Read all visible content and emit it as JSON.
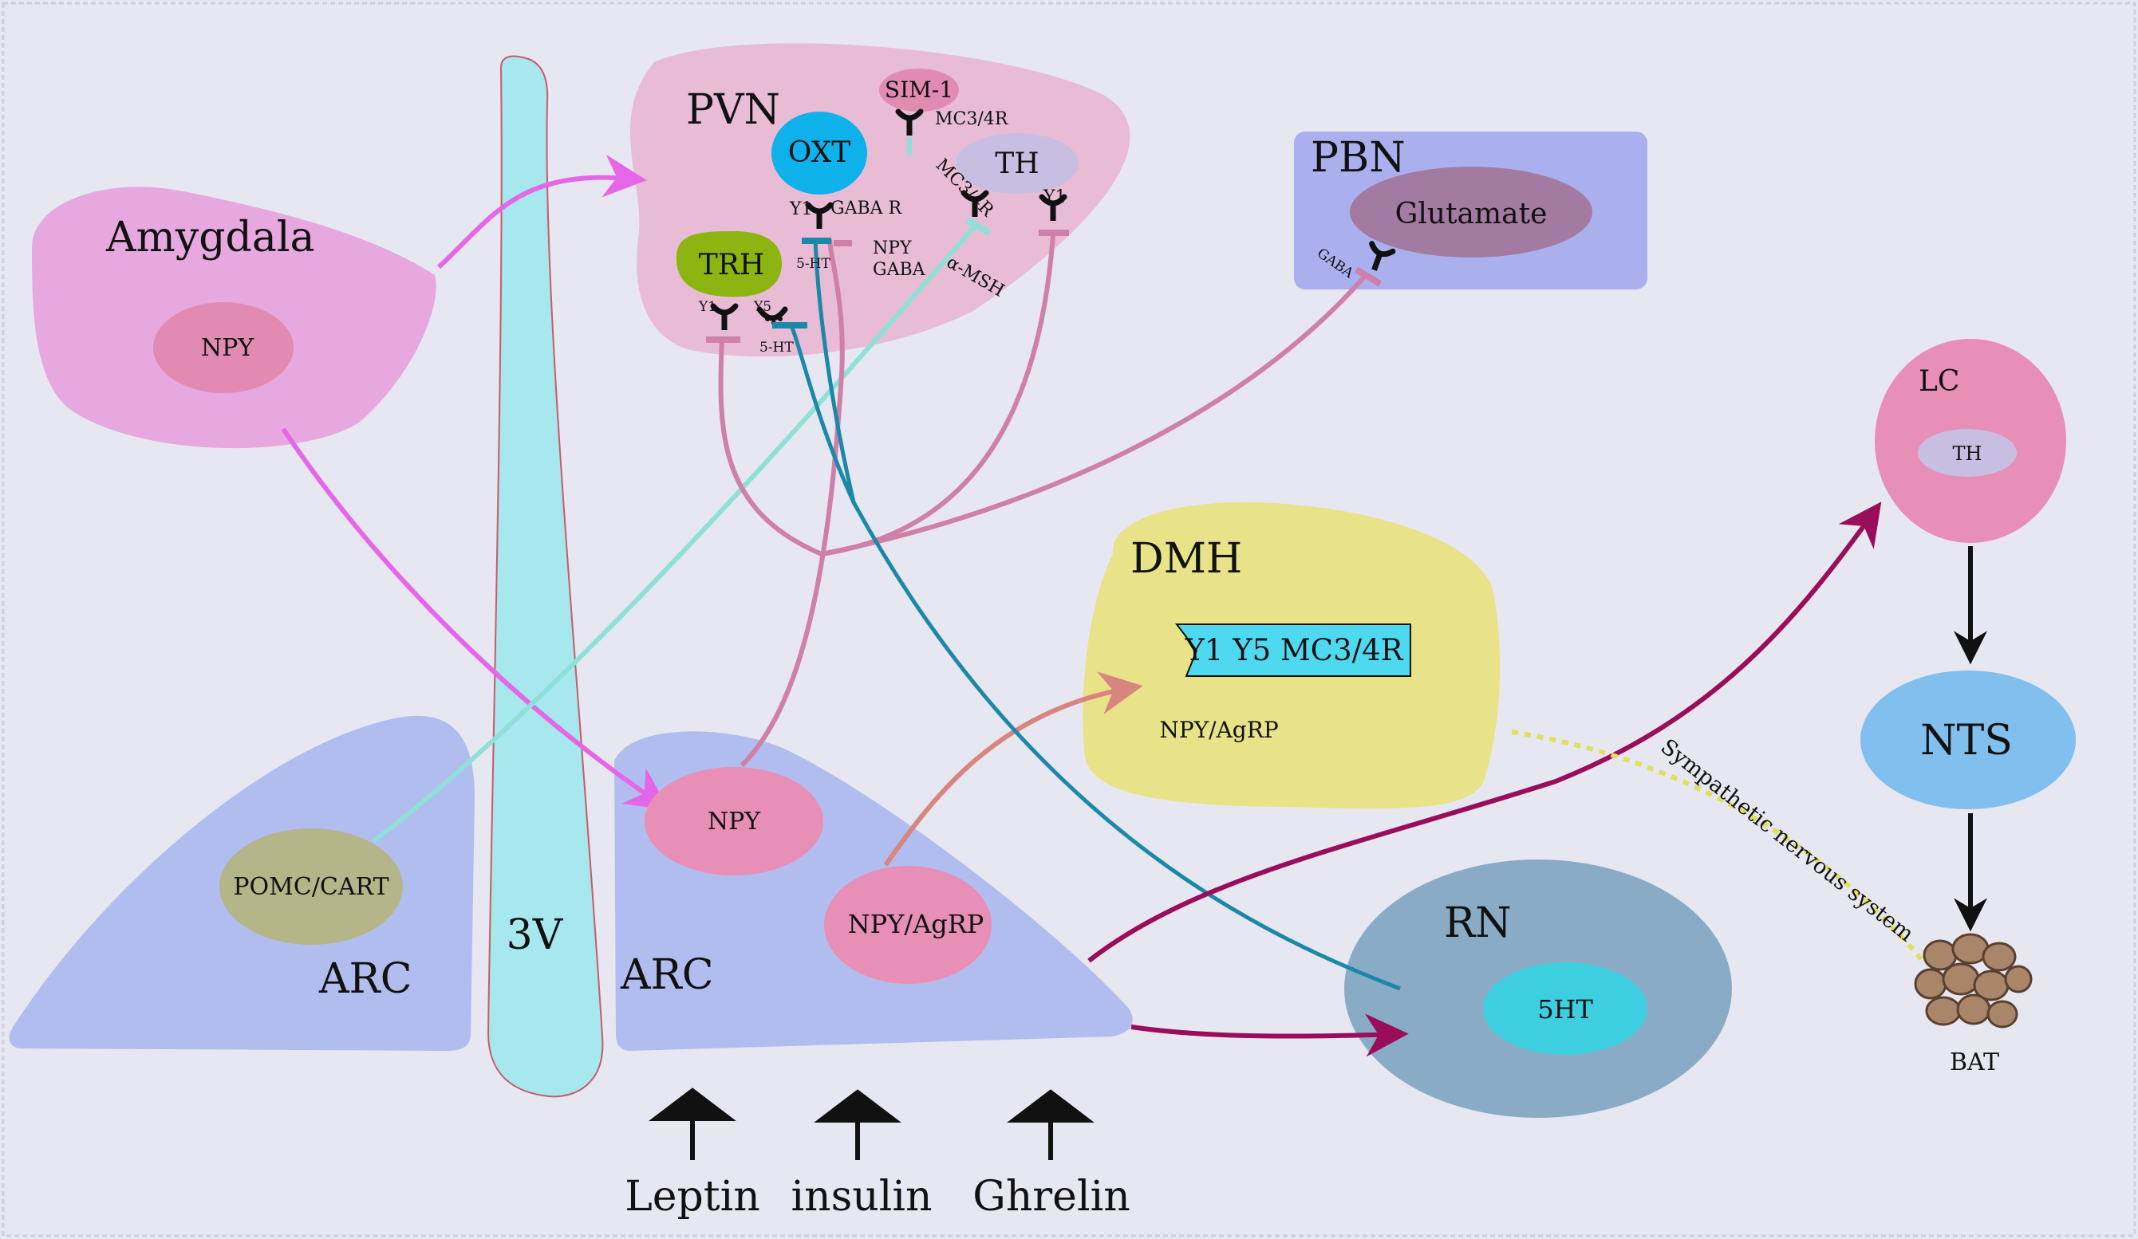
{
  "regions": {
    "pvn": "PVN",
    "pbn": "PBN",
    "amygdala": "Amygdala",
    "dmh": "DMH",
    "lc": "LC",
    "nts": "NTS",
    "rn": "RN",
    "arc_left": "ARC",
    "arc_right": "ARC",
    "third_ventricle": "3V",
    "bat": "BAT"
  },
  "cells": {
    "oxt": "OXT",
    "trh": "TRH",
    "th_pvn": "TH",
    "sim1": "SIM-1",
    "glutamate": "Glutamate",
    "npy_amygdala": "NPY",
    "npy_arc": "NPY",
    "pomc_cart": "POMC/CART",
    "npy_agrp_arc": "NPY/AgRP",
    "th_lc": "TH",
    "serotonin_rn": "5HT"
  },
  "receptors": {
    "dmh_box": "Y1 Y5 MC3/4R",
    "dmh_npy_agrp": "NPY/AgRP",
    "mc34r_sim1": "MC3/4R",
    "mc34r_th": "MC3/4R",
    "y1_th": "Y1",
    "y1_oxt": "Y1",
    "gaba_r_oxt": "GABA R",
    "ht5_oxt": "5-HT",
    "npy_gaba_line1": "NPY",
    "npy_gaba_line2": "GABA",
    "alpha_msh": "α-MSH",
    "y1_trh": "Y1",
    "y5_trh": "Y5",
    "ht5_trh": "5-HT",
    "gaba_pbn": "GABA"
  },
  "pathways": {
    "sympathetic": "Sympathetic nervous system"
  },
  "inputs": [
    "Leptin",
    "insulin",
    "Ghrelin"
  ],
  "colors": {
    "background": "#e7e7f1",
    "pvn": "#e8bcd5",
    "amygdala": "#e6a8de",
    "arc": "#b1bdef",
    "third_ventricle": "#a6e8ee",
    "dmh": "#e8e388",
    "pbn": "#aab0ee",
    "rn": "#89abc6",
    "lc": "#e78fb6",
    "nts": "#80bfee",
    "bat": "#a9856a",
    "magenta_arrow": "#e567e8",
    "maroon_arrow": "#9a0d5a",
    "teal_line": "#1c88a8",
    "mint_line": "#8fe0d8",
    "rose_line": "#cf7fa8"
  }
}
